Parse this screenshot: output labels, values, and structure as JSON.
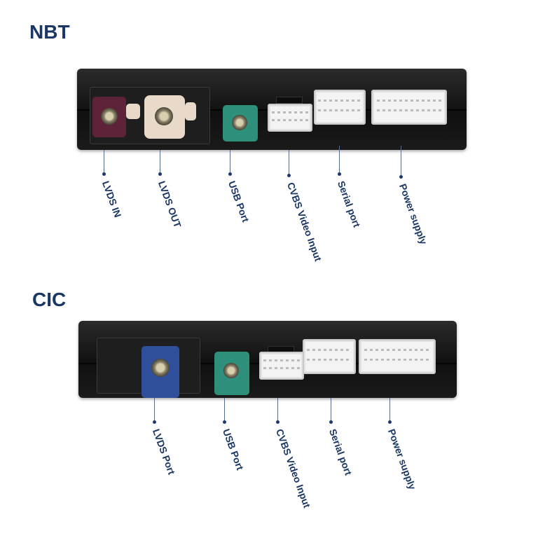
{
  "colors": {
    "title": "#1b3764",
    "label": "#1b3764",
    "lvds_in_connector": "#5e2338",
    "lvds_out_connector": "#e9d9c8",
    "usb_connector": "#2e8f7a",
    "lvds_port_connector": "#2f4f9a",
    "plug_white": "#f3f3f3",
    "box_body": "#1a1a1a"
  },
  "nbt": {
    "title": "NBT",
    "labels": {
      "lvds_in": "LVDS IN",
      "lvds_out": "LVDS OUT",
      "usb": "USB Port",
      "cvbs": "CVBS Video Input",
      "serial": "Serial port",
      "power": "Power supply"
    }
  },
  "cic": {
    "title": "CIC",
    "labels": {
      "lvds_port": "LVDS Port",
      "usb": "USB Port",
      "cvbs": "CVBS Video Input",
      "serial": "Serial port",
      "power": "Power supply"
    }
  }
}
